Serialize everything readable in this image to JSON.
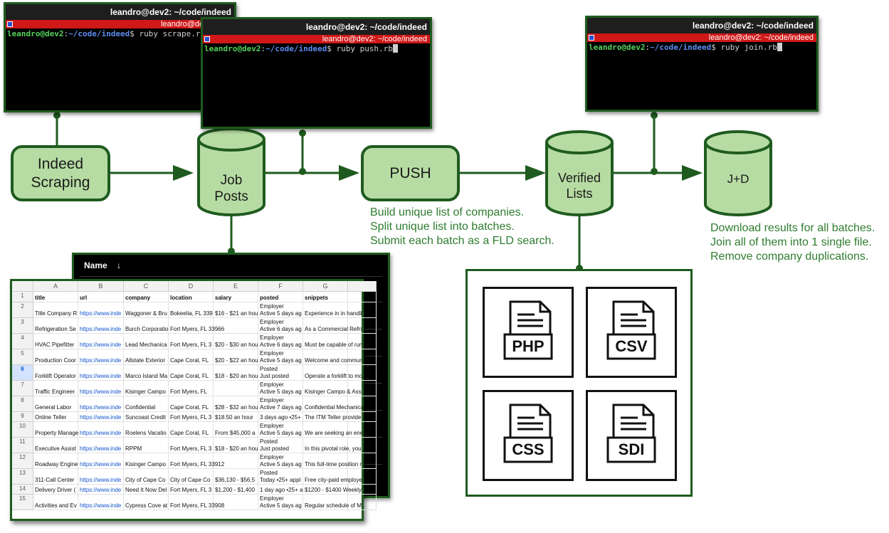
{
  "terminals": [
    {
      "title": "leandro@dev2: ~/code/indeed",
      "tab": "leandro@dev2: ~/co",
      "user": "leandro@dev2",
      "path": "~/code/indeed",
      "command": "ruby scrape.rb"
    },
    {
      "title": "leandro@dev2: ~/code/indeed",
      "tab": "leandro@dev2: ~/code/indeed",
      "user": "leandro@dev2",
      "path": "~/code/indeed",
      "command": "ruby push.rb"
    },
    {
      "title": "leandro@dev2: ~/code/indeed",
      "tab": "leandro@dev2: ~/code/indeed",
      "user": "leandro@dev2",
      "path": "~/code/indeed",
      "command": "ruby join.rb"
    }
  ],
  "nodes": {
    "scraping": "Indeed\nScraping",
    "job_posts": "Job\nPosts",
    "push": "PUSH",
    "verified_lists": "Verified\nLists",
    "jd": "J+D"
  },
  "notes": {
    "push": [
      "Build unique list of companies.",
      "Split unique list into batches.",
      "Submit each batch as a FLD search."
    ],
    "join": [
      "Download results for all batches.",
      "Join all of them into 1 single file.",
      "Remove company duplications."
    ]
  },
  "formats": [
    "PHP",
    "CSV",
    "CSS",
    "SDI"
  ],
  "file_panel": {
    "header": "Name",
    "sort_icon": "arrow-down-icon"
  },
  "spreadsheet": {
    "columns": [
      "A",
      "B",
      "C",
      "D",
      "E",
      "F",
      "G"
    ],
    "header_row": [
      "title",
      "url",
      "company",
      "location",
      "salary",
      "posted",
      "snippets"
    ],
    "selected_row": "6",
    "rows": [
      {
        "n": "2",
        "cells": [
          "Title Company R",
          "https://www.inde",
          "Waggoner & Bru",
          "Bokeelia, FL 339",
          "$16 - $21 an hou",
          "Employer\nActive 5 days ag",
          "Experience in in handli"
        ]
      },
      {
        "n": "3",
        "cells": [
          "Refrigeration Se",
          "https://www.inde",
          "Burch Corporatio",
          "Fort Myers, FL 33966",
          "",
          "Employer\nActive 6 days ag",
          "As a Commercial Refri"
        ]
      },
      {
        "n": "4",
        "cells": [
          "HVAC Pipefitter",
          "https://www.inde",
          "Lead Mechanica",
          "Fort Myers, FL 3",
          "$20 - $30 an hou",
          "Employer\nActive 6 days ag",
          "Must be capable of run"
        ]
      },
      {
        "n": "5",
        "cells": [
          "Production Coor",
          "https://www.inde",
          "Allstate Exterior",
          "Cape Coral, FL",
          "$20 - $22 an hou",
          "Employer\nActive 5 days ag",
          "Welcome and commun"
        ]
      },
      {
        "n": "6",
        "cells": [
          "Forklift Operator",
          "https://www.inde",
          "Marco Island Ma",
          "Cape Coral, FL",
          "$18 - $20 an hou",
          "Posted\nJust posted",
          "Operate a forklift to mo"
        ]
      },
      {
        "n": "7",
        "cells": [
          "Traffic Engineer",
          "https://www.inde",
          "Kisinger Campo",
          "Fort Myers, FL",
          "",
          "Employer\nActive 5 days ag",
          "Kisinger Campo & Ass"
        ]
      },
      {
        "n": "8",
        "cells": [
          "General Labor",
          "https://www.inde",
          "Confidential",
          "Cape Coral, FL",
          "$28 - $32 an hou",
          "Employer\nActive 7 days ag",
          "Confidential Mechanica"
        ]
      },
      {
        "n": "9",
        "cells": [
          "Online Teller",
          "https://www.inde",
          "Suncoast Credit",
          "Fort Myers, FL 3",
          "$18.50 an hour",
          "3 days ago •25+",
          "The ITM Teller provide"
        ]
      },
      {
        "n": "10",
        "cells": [
          "Property Manage",
          "https://www.inde",
          "Roelens Vacatio",
          "Cape Coral, FL",
          "From $45,000 a",
          "Employer\nActive 5 days ag",
          "We are seeking an ene"
        ]
      },
      {
        "n": "11",
        "cells": [
          "Executive Assist",
          "https://www.inde",
          "RPPM",
          "Fort Myers, FL 3",
          "$18 - $20 an hou",
          "Posted\nJust posted",
          "In this pivotal role, you"
        ]
      },
      {
        "n": "12",
        "cells": [
          "Roadway Engine",
          "https://www.inde",
          "Kisinger Campo",
          "Fort Myers, FL 33912",
          "",
          "Employer\nActive 5 days ag",
          "This full-time position r"
        ]
      },
      {
        "n": "13",
        "cells": [
          "311-Call Center",
          "https://www.inde",
          "City of Cape Co",
          "City of Cape Co",
          "$36,130 - $56,5",
          "Posted\nToday •25+ appl",
          "Free city-paid employe"
        ]
      },
      {
        "n": "14",
        "cells": [
          "Delivery Driver (",
          "https://www.inde",
          "Need It Now Del",
          "Fort Myers, FL 3",
          "$1,200 - $1,400",
          "1 day ago •25+ a",
          "$1200 - $1400 Weekly"
        ]
      },
      {
        "n": "15",
        "cells": [
          "Activities and Ev",
          "https://www.inde",
          "Cypress Cove at",
          "Fort Myers, FL 33908",
          "",
          "Employer\nActive 5 days ag",
          "Regular schedule of M"
        ]
      }
    ]
  }
}
